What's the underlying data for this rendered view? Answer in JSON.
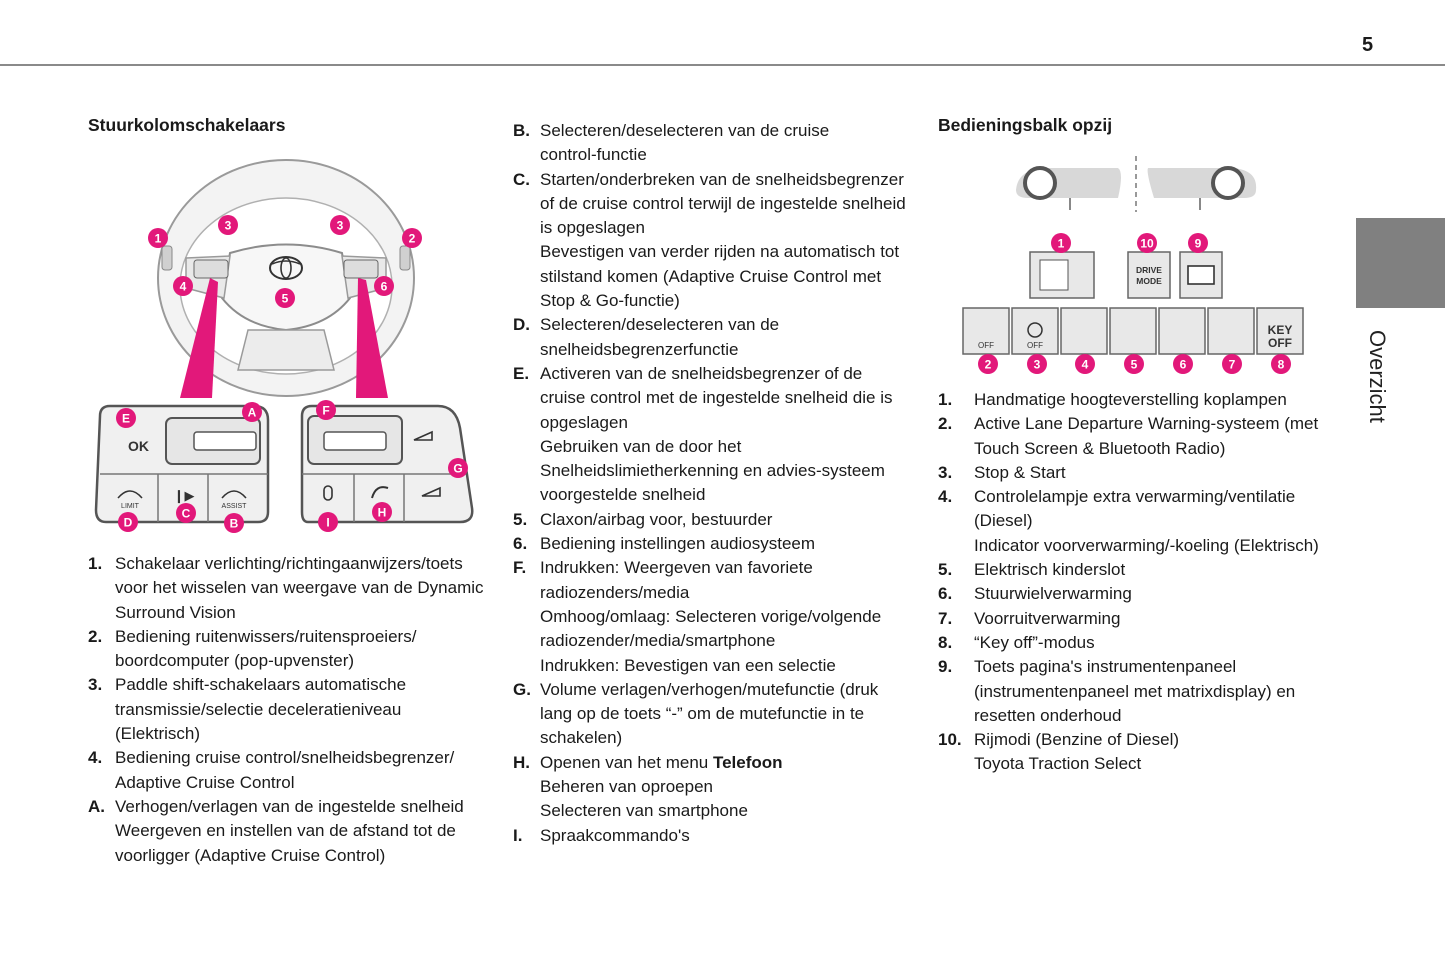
{
  "page_number": "5",
  "side_tab_label": "Overzicht",
  "left": {
    "heading": "Stuurkolomschakelaars",
    "figure": {
      "callouts": [
        "1",
        "2",
        "3",
        "3",
        "4",
        "5",
        "6"
      ],
      "left_cluster_callouts": [
        "E",
        "A",
        "D",
        "C",
        "B"
      ],
      "right_cluster_callouts": [
        "F",
        "G",
        "I",
        "H"
      ],
      "left_cluster_labels": {
        "ok": "OK",
        "limit": "LIMIT",
        "assist": "ASSIST"
      }
    },
    "items": [
      {
        "marker": "1.",
        "lines": [
          "Schakelaar verlichting/richtingaanwijzers/toets",
          "voor het wisselen van weergave van de Dynamic",
          "Surround Vision"
        ]
      },
      {
        "marker": "2.",
        "lines": [
          "Bediening ruitenwissers/ruitensproeiers/",
          "boordcomputer (pop-upvenster)"
        ]
      },
      {
        "marker": "3.",
        "lines": [
          "Paddle shift-schakelaars automatische",
          "transmissie/selectie deceleratieniveau",
          "(Elektrisch)"
        ]
      },
      {
        "marker": "4.",
        "lines": [
          "Bediening cruise control/snelheidsbegrenzer/",
          "Adaptive Cruise Control"
        ]
      },
      {
        "marker": "A.",
        "lines": [
          "Verhogen/verlagen van de ingestelde snelheid",
          "Weergeven en instellen van de afstand tot de",
          "voorligger (Adaptive Cruise Control)"
        ]
      }
    ]
  },
  "middle": {
    "items": [
      {
        "marker": "B.",
        "lines": [
          "Selecteren/deselecteren van de cruise",
          "control-functie"
        ]
      },
      {
        "marker": "C.",
        "lines": [
          "Starten/onderbreken van de snelheidsbegrenzer",
          "of de cruise control terwijl de ingestelde snelheid",
          "is opgeslagen",
          "Bevestigen van verder rijden na automatisch tot",
          "stilstand komen (Adaptive Cruise Control met",
          "Stop & Go-functie)"
        ]
      },
      {
        "marker": "D.",
        "lines": [
          "Selecteren/deselecteren van de",
          "snelheidsbegrenzerfunctie"
        ]
      },
      {
        "marker": "E.",
        "lines": [
          "Activeren van de snelheidsbegrenzer of de",
          "cruise control met de ingestelde snelheid die is",
          "opgeslagen",
          "Gebruiken van de door het",
          "Snelheidslimietherkenning en advies-systeem",
          "voorgestelde snelheid"
        ]
      },
      {
        "marker": "5.",
        "lines": [
          "Claxon/airbag voor, bestuurder"
        ]
      },
      {
        "marker": "6.",
        "lines": [
          "Bediening instellingen audiosysteem"
        ]
      },
      {
        "marker": "F.",
        "lines": [
          "Indrukken: Weergeven van favoriete",
          "radiozenders/media",
          "Omhoog/omlaag: Selecteren vorige/volgende",
          "radiozender/media/smartphone",
          "Indrukken: Bevestigen van een selectie"
        ]
      },
      {
        "marker": "G.",
        "lines": [
          "Volume verlagen/verhogen/mutefunctie (druk",
          "lang op de toets “-” om de mutefunctie in te",
          "schakelen)"
        ]
      },
      {
        "marker": "H.",
        "lines": [
          "Openen van het menu "
        ],
        "bold_tail": "Telefoon",
        "extra": [
          "Beheren van oproepen",
          "Selecteren van smartphone"
        ]
      },
      {
        "marker": "I.",
        "lines": [
          "Spraakcommando's"
        ]
      }
    ]
  },
  "right": {
    "heading": "Bedieningsbalk opzij",
    "figure": {
      "top_callouts": [
        "1",
        "10",
        "9"
      ],
      "bottom_callouts": [
        "2",
        "3",
        "4",
        "5",
        "6",
        "7",
        "8"
      ],
      "drive_mode_label": [
        "DRIVE",
        "MODE"
      ],
      "off_label": "OFF",
      "key_off_label": [
        "KEY",
        "OFF"
      ]
    },
    "items": [
      {
        "marker": "1.",
        "lines": [
          "Handmatige hoogteverstelling koplampen"
        ]
      },
      {
        "marker": "2.",
        "lines": [
          "Active Lane Departure Warning-systeem (met",
          "Touch Screen & Bluetooth Radio)"
        ]
      },
      {
        "marker": "3.",
        "lines": [
          "Stop & Start"
        ]
      },
      {
        "marker": "4.",
        "lines": [
          "Controlelampje extra verwarming/ventilatie",
          "(Diesel)",
          "Indicator voorverwarming/-koeling (Elektrisch)"
        ]
      },
      {
        "marker": "5.",
        "lines": [
          "Elektrisch kinderslot"
        ]
      },
      {
        "marker": "6.",
        "lines": [
          "Stuurwielverwarming"
        ]
      },
      {
        "marker": "7.",
        "lines": [
          "Voorruitverwarming"
        ]
      },
      {
        "marker": "8.",
        "lines": [
          "“Key off”-modus"
        ]
      },
      {
        "marker": "9.",
        "lines": [
          "Toets pagina's instrumentenpaneel",
          "(instrumentenpaneel met matrixdisplay) en",
          "resetten onderhoud"
        ]
      },
      {
        "marker": "10.",
        "lines": [
          "Rijmodi (Benzine of Diesel)",
          "Toyota Traction Select"
        ]
      }
    ]
  }
}
